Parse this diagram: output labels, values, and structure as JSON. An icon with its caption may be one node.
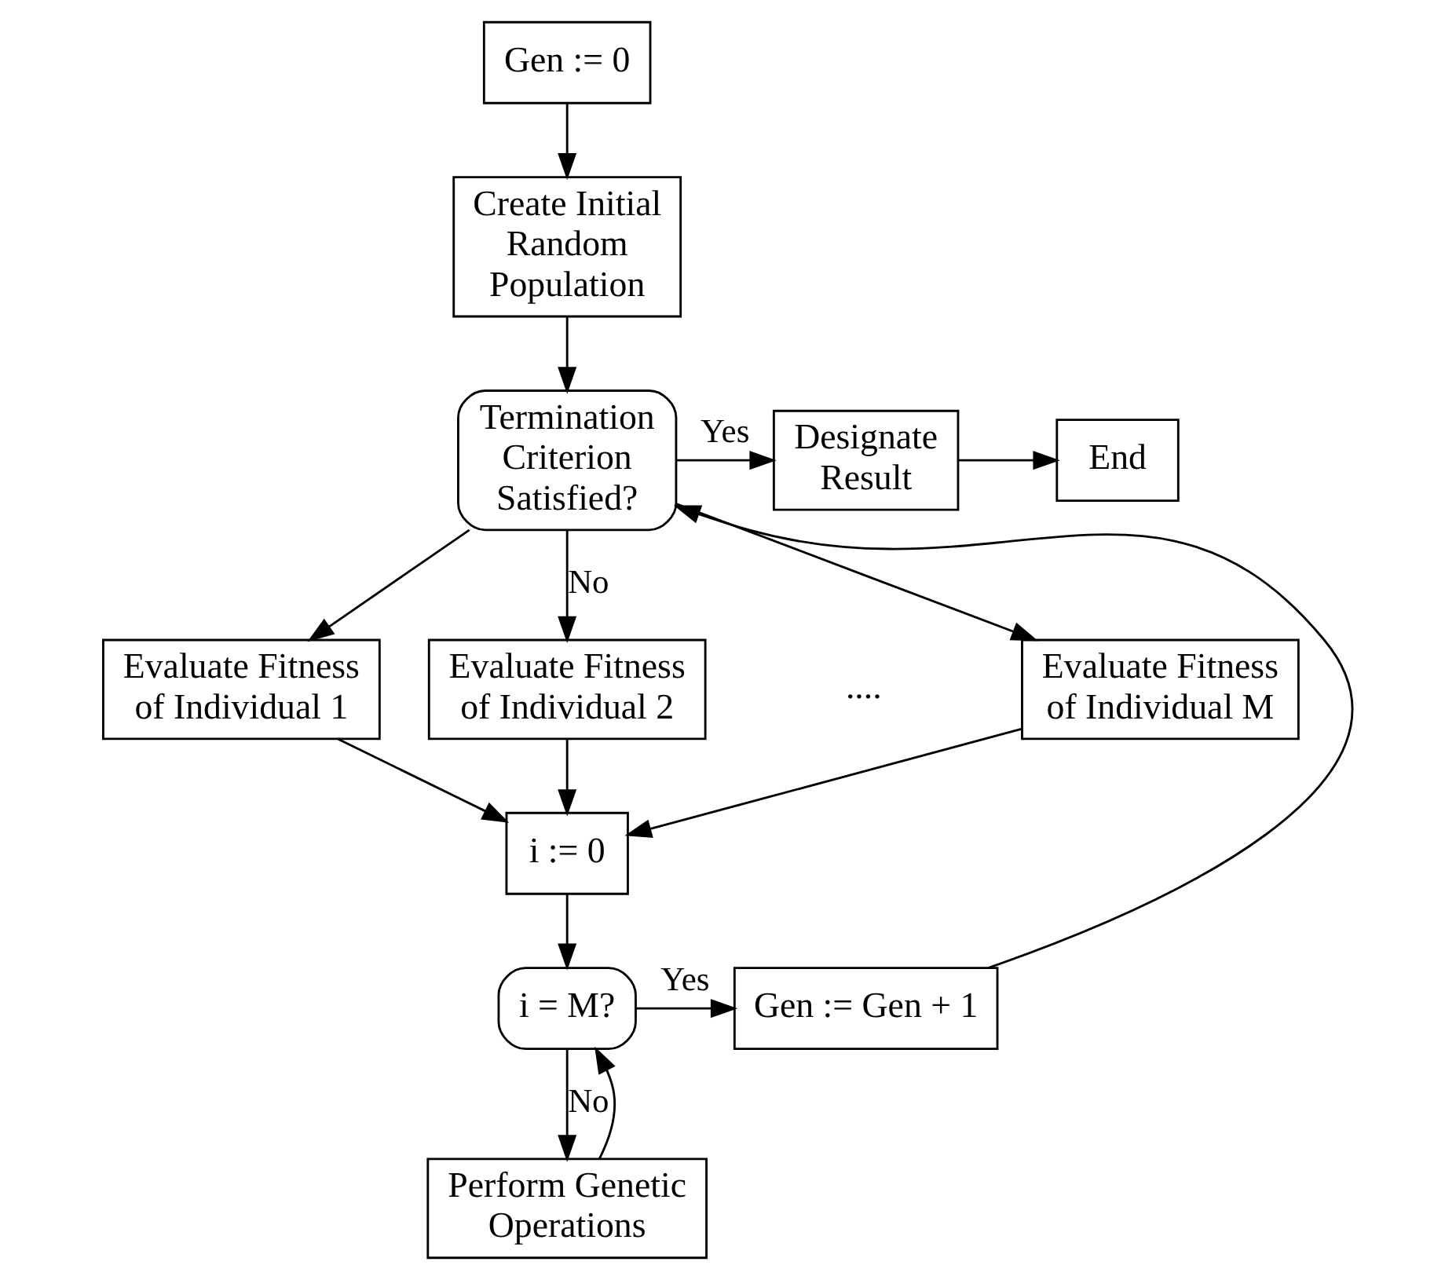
{
  "diagram": {
    "nodes": [
      {
        "text": [
          "Gen := 0"
        ]
      },
      {
        "text": [
          "Create Initial Random Population"
        ]
      },
      {
        "text": [
          "Termination Criterion Satisfied?"
        ]
      },
      {
        "text": [
          "Designate Result"
        ]
      },
      {
        "text": [
          "End"
        ]
      },
      {
        "text": [
          "Evaluate Fitness of Individual 1"
        ]
      },
      {
        "text": [
          "Evaluate Fitness of Individual 2"
        ]
      },
      {
        "text": [
          "Evaluate Fitness of Individual M"
        ]
      },
      {
        "text": [
          "i := 0"
        ]
      },
      {
        "text": [
          "i = M?"
        ]
      },
      {
        "text": [
          "Gen := Gen + 1"
        ]
      },
      {
        "text": [
          "Perform Genetic Operations"
        ]
      }
    ],
    "edges": [
      {
        "from": 0,
        "to": 1,
        "arrow": "to"
      },
      {
        "from": 1,
        "to": 2,
        "arrow": "to"
      },
      {
        "from": 2,
        "to": 3,
        "arrow": "to",
        "label": "Yes"
      },
      {
        "from": 3,
        "to": 4,
        "arrow": "to"
      },
      {
        "from": 2,
        "to": 5,
        "arrow": "to"
      },
      {
        "from": 2,
        "to": 6,
        "arrow": "to",
        "label": "No"
      },
      {
        "from": 2,
        "to": 7,
        "arrow": "to"
      },
      {
        "from": 5,
        "to": 8,
        "arrow": "to"
      },
      {
        "from": 6,
        "to": 8,
        "arrow": "to"
      },
      {
        "from": 7,
        "to": 8,
        "arrow": "to"
      },
      {
        "from": 8,
        "to": 9,
        "arrow": "to"
      },
      {
        "from": 9,
        "to": 10,
        "arrow": "to",
        "label": "Yes"
      },
      {
        "from": 10,
        "to": 2,
        "arrow": "to"
      },
      {
        "from": 9,
        "to": 11,
        "arrow": "to",
        "label": "No"
      },
      {
        "from": 11,
        "to": 9,
        "arrow": "to"
      }
    ],
    "labels": [
      "...."
    ]
  }
}
